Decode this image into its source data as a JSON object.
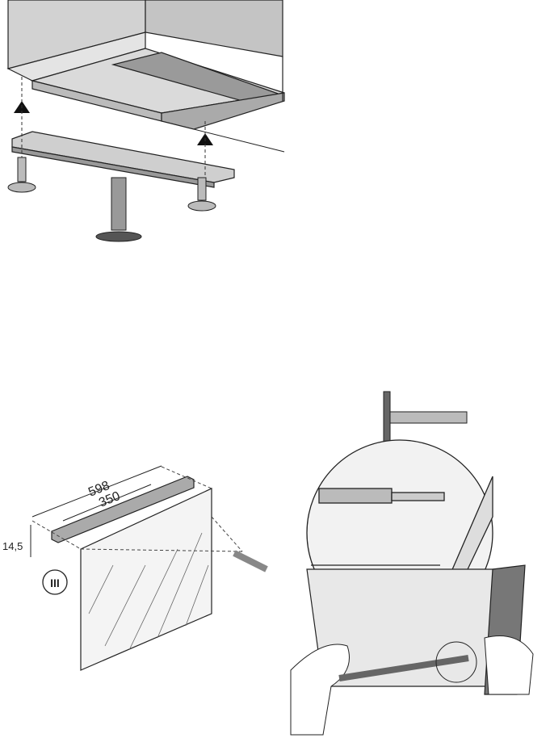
{
  "figure_top": {
    "title": "Hood bracket mounting"
  },
  "figure_bottom_left": {
    "dim_total": "598",
    "dim_inner": "350",
    "dim_height": "14,5",
    "panel_marker": "III"
  },
  "figure_bottom_right": {
    "title": "Screw fixing detail"
  },
  "colors": {
    "line": "#222222",
    "fill_light": "#e6e6e6",
    "fill_mid": "#bdbdbd",
    "fill_dark": "#7a7a7a"
  }
}
